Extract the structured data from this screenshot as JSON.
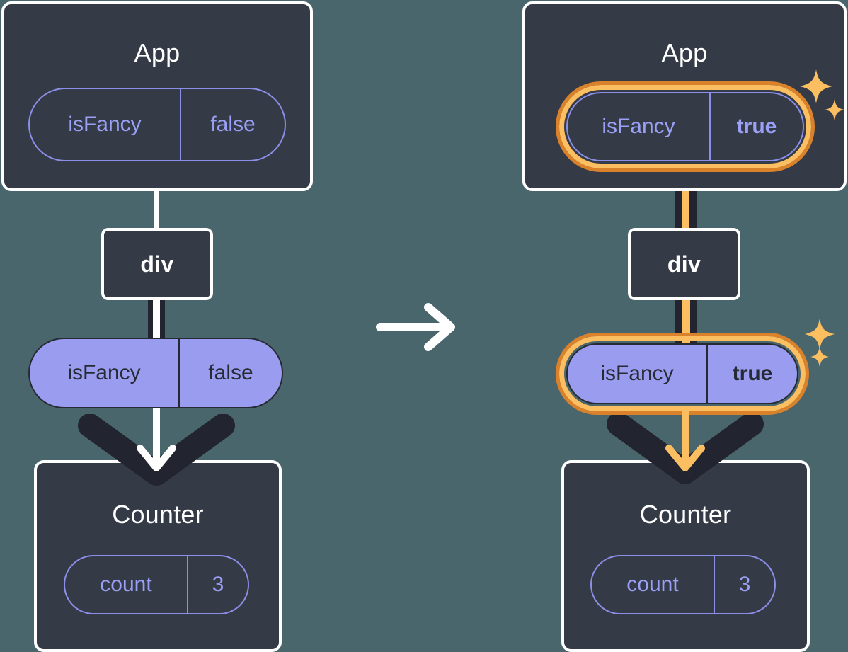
{
  "diagram": {
    "title_before": "App",
    "title_after": "App",
    "transition_icon": "right-arrow-icon",
    "colors": {
      "background": "#4a666d",
      "card": "#343a46",
      "card_border": "#ffffff",
      "pill_outline": "#8b8fe8",
      "pill_text_outline": "#9aa0f5",
      "pill_solid_fill": "#9a9cf0",
      "pill_solid_text": "#262a33",
      "highlight_inner": "#fbbf62",
      "highlight_outer": "#d9822b",
      "connector_dark": "#22242f",
      "connector_light": "#ffffff",
      "connector_highlight": "#fbbf62",
      "sparkle": "#fbbf62"
    }
  },
  "before": {
    "app": {
      "label": "App",
      "state": {
        "key": "isFancy",
        "value": "false"
      }
    },
    "div": {
      "label": "div"
    },
    "prop": {
      "key": "isFancy",
      "value": "false"
    },
    "counter": {
      "label": "Counter",
      "state": {
        "key": "count",
        "value": "3"
      }
    }
  },
  "after": {
    "app": {
      "label": "App",
      "state": {
        "key": "isFancy",
        "value": "true",
        "highlighted": true
      }
    },
    "div": {
      "label": "div"
    },
    "prop": {
      "key": "isFancy",
      "value": "true",
      "highlighted": true
    },
    "counter": {
      "label": "Counter",
      "state": {
        "key": "count",
        "value": "3"
      }
    }
  }
}
